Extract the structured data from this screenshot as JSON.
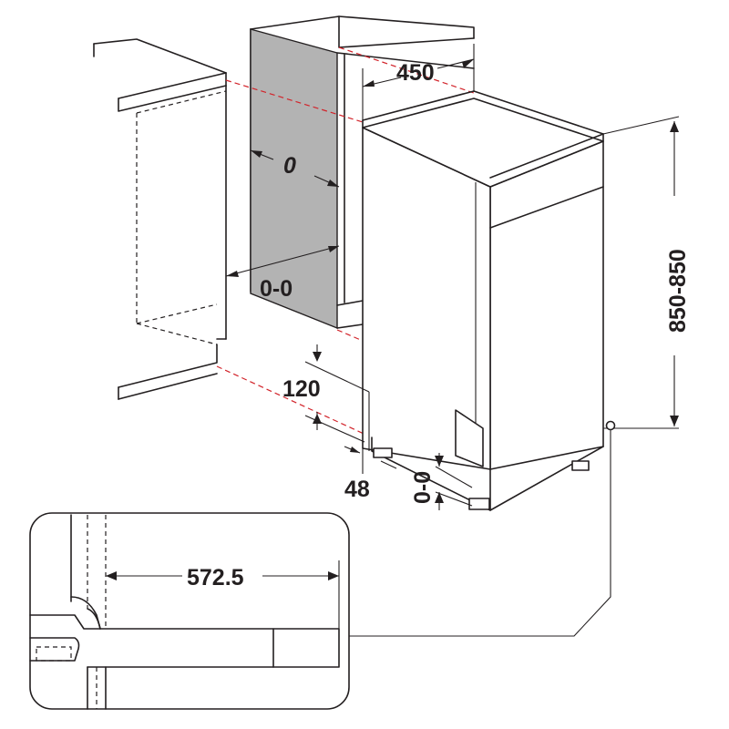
{
  "diagram": {
    "labels": {
      "width": "450",
      "height": "850-850",
      "gap_side": "0",
      "gap_depth": "0-0",
      "plinth_height": "120",
      "foot_inset": "48",
      "foot_adjust": "0-0",
      "detail_depth": "572.5"
    },
    "colors": {
      "line": "#231f20",
      "guide": "#d2232a",
      "niche_panel": "#b3b3b3"
    }
  }
}
